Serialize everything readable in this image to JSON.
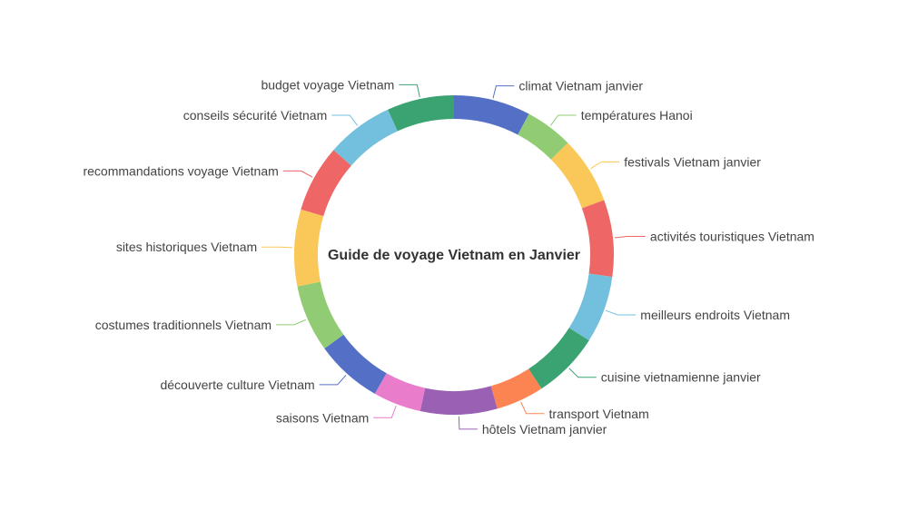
{
  "chart_data": {
    "type": "pie",
    "variant": "donut",
    "title": "Guide de voyage Vietnam en Janvier",
    "legend": "none",
    "slices": [
      {
        "label": "climat Vietnam janvier",
        "value": 8,
        "color": "#5470c6"
      },
      {
        "label": "températures Hanoi",
        "value": 5,
        "color": "#91cc75"
      },
      {
        "label": "festivals Vietnam janvier",
        "value": 7,
        "color": "#fac858"
      },
      {
        "label": "activités touristiques Vietnam",
        "value": 8,
        "color": "#ee6666"
      },
      {
        "label": "meilleurs endroits Vietnam",
        "value": 7,
        "color": "#73c0de"
      },
      {
        "label": "cuisine vietnamienne janvier",
        "value": 7,
        "color": "#3ba272"
      },
      {
        "label": "transport Vietnam",
        "value": 5,
        "color": "#fc8452"
      },
      {
        "label": "hôtels Vietnam janvier",
        "value": 8,
        "color": "#9a60b4"
      },
      {
        "label": "saisons Vietnam",
        "value": 5,
        "color": "#ea7ccc"
      },
      {
        "label": "découverte culture Vietnam",
        "value": 7,
        "color": "#5470c6"
      },
      {
        "label": "costumes traditionnels Vietnam",
        "value": 7,
        "color": "#91cc75"
      },
      {
        "label": "sites historiques Vietnam",
        "value": 8,
        "color": "#fac858"
      },
      {
        "label": "recommandations voyage Vietnam",
        "value": 7,
        "color": "#ee6666"
      },
      {
        "label": "conseils sécurité Vietnam",
        "value": 7,
        "color": "#73c0de"
      },
      {
        "label": "budget voyage Vietnam",
        "value": 7,
        "color": "#3ba272"
      }
    ]
  }
}
